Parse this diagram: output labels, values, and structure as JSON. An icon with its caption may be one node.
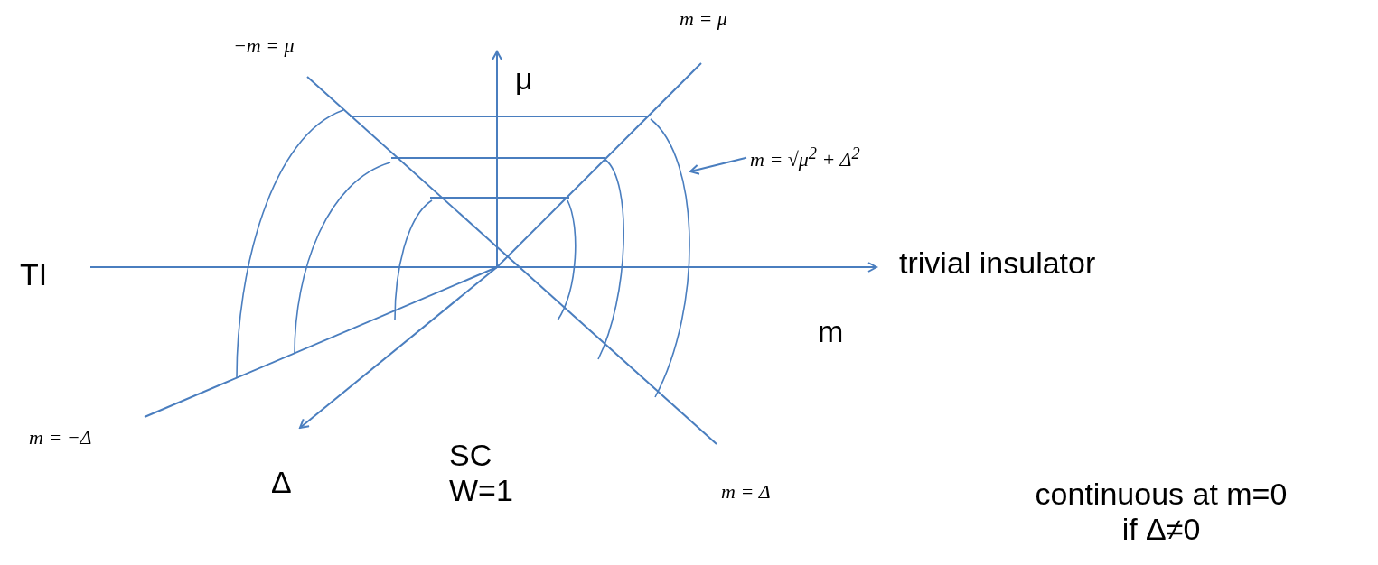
{
  "diagram": {
    "nodes": [
      {
        "text": [
          "m = √μ$^{2}$ + Δ$^{2}$"
        ]
      },
      {
        "text": [],
        "shape": "curve"
      }
    ],
    "edges": [
      {
        "from": 0,
        "to": 1,
        "arrow": "to"
      }
    ],
    "labels": [
      "−m = μ",
      "m = μ",
      "μ",
      "TI",
      "trivial insulator",
      "m",
      "m = −Δ",
      "Δ",
      "SC W=1",
      "m = Δ",
      "continuous at m=0 if Δ≠0"
    ]
  }
}
